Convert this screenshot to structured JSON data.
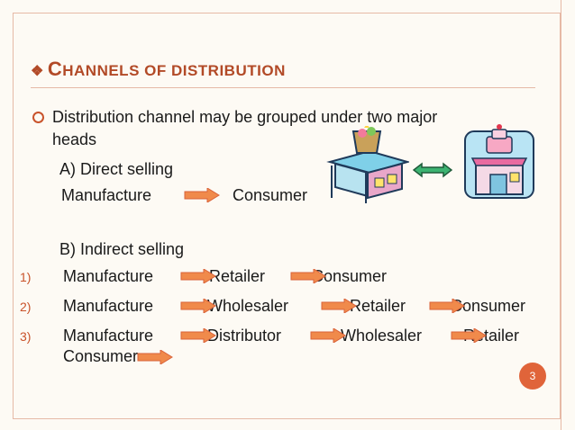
{
  "title": {
    "first_letter": "C",
    "rest": "HANNELS OF DISTRIBUTION"
  },
  "bullet": {
    "line1": "Distribution channel may be grouped under two major",
    "line2": "heads"
  },
  "direct": {
    "heading": "A) Direct selling",
    "from": "Manufacture",
    "to": "Consumer"
  },
  "indirect": {
    "heading": "B) Indirect selling",
    "chains": [
      {
        "num": "1)",
        "items": [
          "Manufacture",
          "Retailer",
          "Consumer"
        ]
      },
      {
        "num": "2)",
        "items": [
          "Manufacture",
          "Wholesaler",
          "Retailer",
          "Consumer"
        ]
      },
      {
        "num": "3)",
        "items": [
          "Manufacture",
          "Distributor",
          "Wholesaler",
          "Retailer"
        ],
        "wrap": "Consumer"
      }
    ]
  },
  "page_number": "3",
  "colors": {
    "accent": "#b24a27",
    "arrow_fill": "#f08a4b",
    "page_badge": "#e0643a"
  },
  "icons": [
    "diamond-bullet-icon",
    "ring-bullet-icon",
    "orange-right-arrow-icon",
    "double-headed-arrow-icon",
    "shop-store-clipart",
    "cake-shop-clipart"
  ]
}
